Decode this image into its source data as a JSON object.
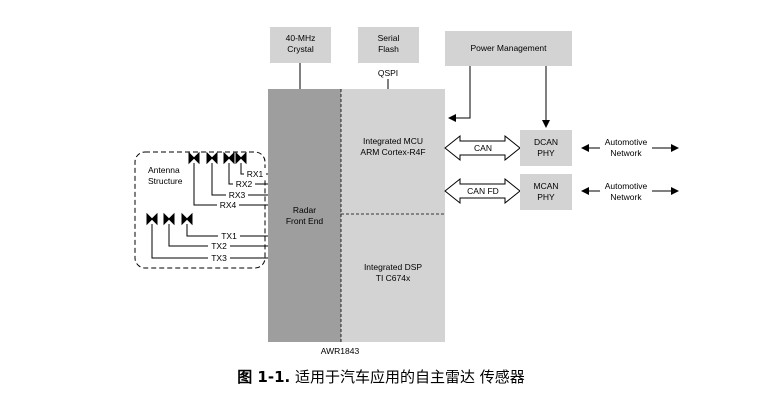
{
  "blocks": {
    "crystal": [
      "40-MHz",
      "Crystal"
    ],
    "flash": [
      "Serial",
      "Flash"
    ],
    "qspi": "QSPI",
    "power": "Power Management",
    "mcu": [
      "Integrated MCU",
      "ARM Cortex-R4F"
    ],
    "dsp": [
      "Integrated DSP",
      "TI C674x"
    ],
    "rfe": [
      "Radar",
      "Front End"
    ],
    "chip": "AWR1843",
    "dcan": [
      "DCAN",
      "PHY"
    ],
    "mcan": [
      "MCAN",
      "PHY"
    ],
    "can": "CAN",
    "canfd": "CAN FD",
    "net1": [
      "Automotive",
      "Network"
    ],
    "net2": [
      "Automotive",
      "Network"
    ]
  },
  "antenna": {
    "title": [
      "Antenna",
      "Structure"
    ],
    "rx": [
      "RX1",
      "RX2",
      "RX3",
      "RX4"
    ],
    "tx": [
      "TX1",
      "TX2",
      "TX3"
    ]
  },
  "caption": {
    "number": "图 1-1.",
    "text": " 适用于汽车应用的自主雷达 传感器"
  },
  "colors": {
    "block_fill": "#d3d3d3",
    "rfe_fill": "#9e9e9e",
    "line": "#000000"
  }
}
